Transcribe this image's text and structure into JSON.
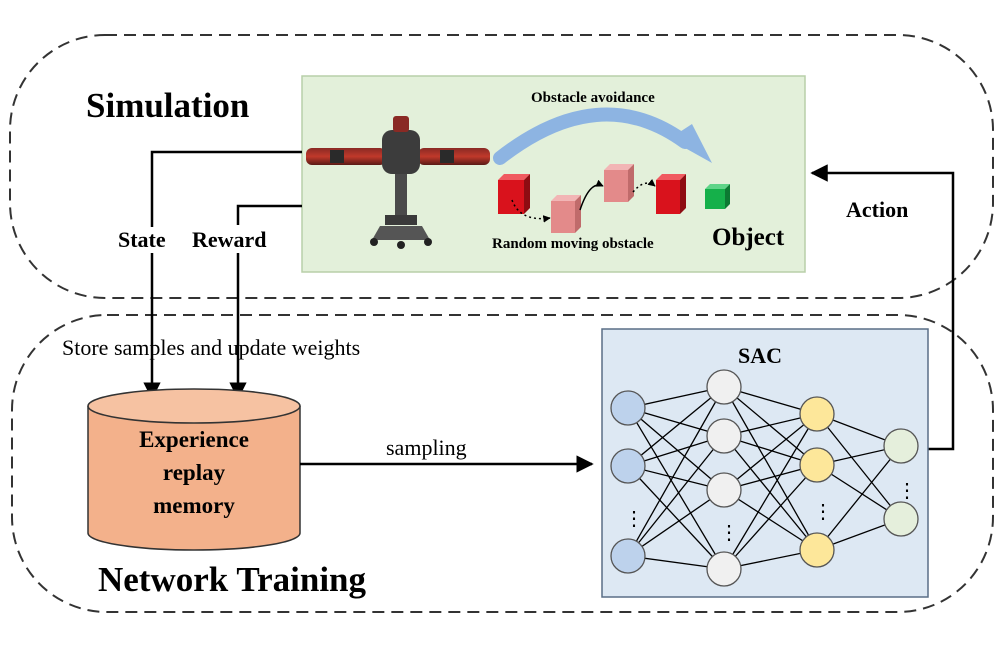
{
  "simulation": {
    "title": "Simulation",
    "scene_caption": "Obstacle avoidance",
    "obstacle_caption": "Random moving obstacle",
    "object_label": "Object"
  },
  "signals": {
    "state": "State",
    "reward": "Reward",
    "action": "Action"
  },
  "training": {
    "title": "Network Training",
    "store_caption": "Store samples and update weights",
    "memory_lines": [
      "Experience",
      "replay",
      "memory"
    ],
    "sampling_label": "sampling",
    "network_title": "SAC",
    "ellipsis": "⋮"
  },
  "colors": {
    "scene_bg": "#e3f0da",
    "memory_fill": "#f3b18b",
    "network_bg": "#dde8f3",
    "input_nodes": "#bdd2ec",
    "hidden1_nodes": "#f0f0f0",
    "hidden2_nodes": "#fde79a",
    "output_nodes": "#e5efdc",
    "arc_arrow": "#8db4e2",
    "obstacle_red": "#e0141e",
    "obstacle_pink": "#e68a8a",
    "object_green": "#15b04a"
  }
}
